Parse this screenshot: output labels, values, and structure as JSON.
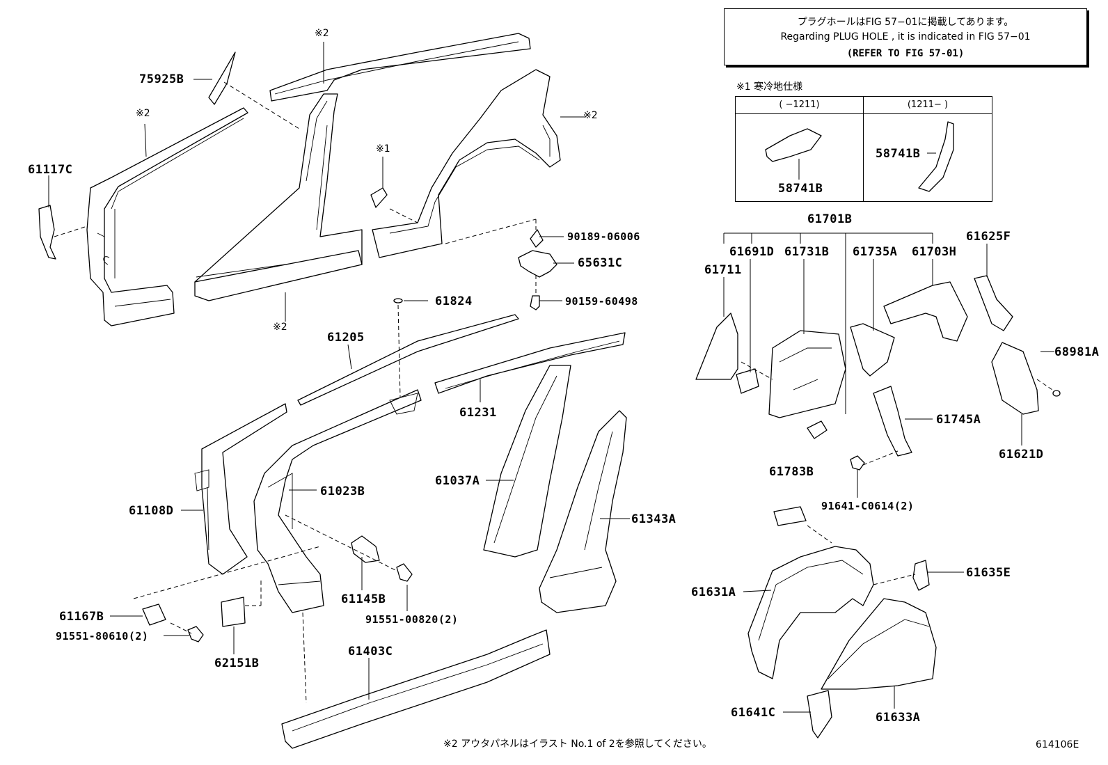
{
  "note_box": {
    "line1": "プラグホールはFIG 57−01に掲載してあります。",
    "line2": "Regarding  PLUG  HOLE , it is indicated in FIG  57−01",
    "line3": "(REFER TO FIG 57-01)"
  },
  "cold_spec": {
    "title": "※1 寒冷地仕様",
    "col_left": "(    −1211)",
    "col_right": "(1211−    )"
  },
  "footnote": "※2  アウタパネルはイラスト No.1 of 2を参照してください。",
  "figure_id": "614106E",
  "markers": {
    "ref2": "※2",
    "ref1": "※1"
  },
  "parts": {
    "p75925B": "75925B",
    "p61117C": "61117C",
    "p90189": "90189-06006",
    "p65631C": "65631C",
    "p90159": "90159-60498",
    "p61824": "61824",
    "p61205": "61205",
    "p61231": "61231",
    "p61108D": "61108D",
    "p61023B": "61023B",
    "p61037A": "61037A",
    "p61343A": "61343A",
    "p61145B": "61145B",
    "p91551_00820": "91551-00820(2)",
    "p61167B": "61167B",
    "p91551_80610": "91551-80610(2)",
    "p62151B": "62151B",
    "p61403C": "61403C",
    "p58741B_a": "58741B",
    "p58741B_b": "58741B",
    "p61701B": "61701B",
    "p61711": "61711",
    "p61691D": "61691D",
    "p61731B": "61731B",
    "p61735A": "61735A",
    "p61703H": "61703H",
    "p61625F": "61625F",
    "p68981A": "68981A",
    "p61745A": "61745A",
    "p61621D": "61621D",
    "p91641": "91641-C0614(2)",
    "p61783B": "61783B",
    "p61631A": "61631A",
    "p61635E": "61635E",
    "p61641C": "61641C",
    "p61633A": "61633A"
  }
}
